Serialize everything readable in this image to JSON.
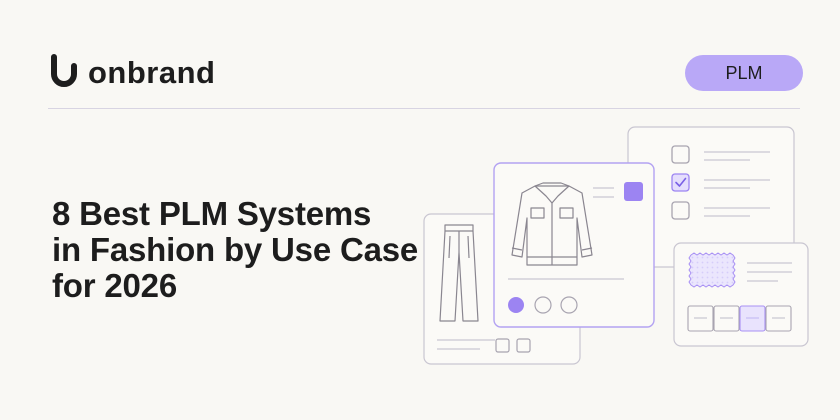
{
  "brand": {
    "name": "onbrand"
  },
  "badge": {
    "label": "PLM"
  },
  "headline": {
    "lines": [
      "8 Best PLM Systems",
      "in Fashion by Use Case",
      "for 2026"
    ]
  },
  "colors": {
    "background": "#f9f8f4",
    "accent": "#9c84f2",
    "badge": "#b9a8f7",
    "card_border": "#c9c6d1",
    "card_border_active": "#b3a2f2",
    "text": "#1d1d1d"
  },
  "icons": {
    "logo": "onbrand-logo-icon",
    "pants": "pants-icon",
    "jacket": "jacket-icon",
    "fabric": "fabric-swatch-icon",
    "check": "check-icon"
  }
}
